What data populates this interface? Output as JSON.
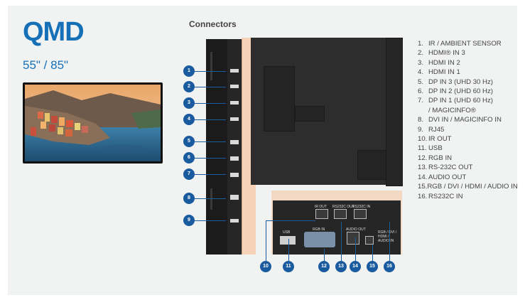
{
  "product": {
    "name": "QMD",
    "sizes": "55\" / 85\""
  },
  "section_title": "Connectors",
  "connectors": [
    {
      "n": "1.",
      "label": "IR / AMBIENT SENSOR"
    },
    {
      "n": "2.",
      "label": "HDMI® IN 3"
    },
    {
      "n": "3.",
      "label": "HDMI IN 2"
    },
    {
      "n": "4.",
      "label": "HDMI IN 1"
    },
    {
      "n": "5.",
      "label": "DP IN 3 (UHD 30 Hz)"
    },
    {
      "n": "6.",
      "label": "DP IN 2 (UHD 60 Hz)"
    },
    {
      "n": "7.",
      "label": "DP IN 1 (UHD 60 Hz)"
    },
    {
      "n": "",
      "label": "/ MAGICINFO®"
    },
    {
      "n": "8.",
      "label": "DVI IN / MAGICINFO IN"
    },
    {
      "n": "9.",
      "label": "RJ45"
    },
    {
      "n": "10.",
      "label": "IR OUT"
    },
    {
      "n": "11.",
      "label": "USB"
    },
    {
      "n": "12.",
      "label": "RGB IN"
    },
    {
      "n": "13.",
      "label": "RS-232C OUT"
    },
    {
      "n": "14.",
      "label": "AUDIO OUT"
    },
    {
      "n": "15.",
      "label": "RGB / DVI / HDMI / AUDIO IN"
    },
    {
      "n": "16.",
      "label": "RS232C IN"
    }
  ],
  "side_badges": [
    "1",
    "2",
    "3",
    "4",
    "5",
    "6",
    "7",
    "8",
    "9"
  ],
  "bottom_badges": [
    "10",
    "11",
    "12",
    "13",
    "14",
    "15",
    "16"
  ],
  "port_labels": {
    "ir_out": "IR OUT",
    "rs232_out": "RS232C OUT",
    "rs232_in": "RS232C IN",
    "usb": "USB",
    "rgb_in": "RGB IN",
    "audio_out": "AUDIO OUT",
    "av_in": "RGB / DVI / HDMI / AUDIO IN"
  },
  "colors": {
    "accent": "#1670b8",
    "badge": "#1a5a9e",
    "callout": "#f5c7a4"
  }
}
